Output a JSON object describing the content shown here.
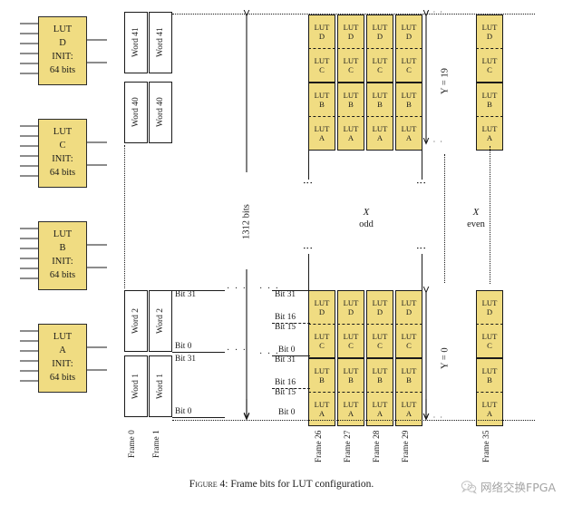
{
  "figure": {
    "caption_prefix": "Figure 4:",
    "caption_text": "Frame bits for LUT configuration."
  },
  "watermark": {
    "text": "网络交换FPGA",
    "icon": "wechat-logo-icon"
  },
  "colors": {
    "lut_fill": "#f0dc82",
    "stroke": "#1a1a1a",
    "word_fill": "#ffffff"
  },
  "lut_macros": [
    {
      "name": "LUT",
      "letter": "D",
      "init_label": "INIT:",
      "init_size": "64 bits"
    },
    {
      "name": "LUT",
      "letter": "C",
      "init_label": "INIT:",
      "init_size": "64 bits"
    },
    {
      "name": "LUT",
      "letter": "B",
      "init_label": "INIT:",
      "init_size": "64 bits"
    },
    {
      "name": "LUT",
      "letter": "A",
      "init_label": "INIT:",
      "init_size": "64 bits"
    }
  ],
  "word_column": {
    "top_words": [
      "Word 41",
      "Word 40"
    ],
    "bottom_words": [
      "Word 2",
      "Word 1"
    ],
    "frames": [
      "Frame 0",
      "Frame 1"
    ]
  },
  "bit_labels": {
    "word_col": [
      {
        "top": "Bit 31",
        "bottom": "Bit 0"
      },
      {
        "top": "Bit 31",
        "bottom": "Bit 0"
      }
    ],
    "slice_col": [
      {
        "top": "Bit 31",
        "bottom": "Bit 16"
      },
      {
        "top": "Bit 15",
        "bottom": "Bit 0"
      },
      {
        "top": "Bit 31",
        "bottom": "Bit 16"
      },
      {
        "top": "Bit 15",
        "bottom": "Bit 0"
      }
    ]
  },
  "height_annotation": {
    "value": "1312 bits"
  },
  "y_annotations": {
    "top": "Y = 19",
    "bottom": "Y = 0"
  },
  "x_annotations": {
    "odd": {
      "line1": "X",
      "line2": "odd"
    },
    "even": {
      "line1": "X",
      "line2": "even"
    }
  },
  "slice_stack": [
    {
      "name": "LUT",
      "letter": "D"
    },
    {
      "name": "LUT",
      "letter": "C"
    },
    {
      "name": "LUT",
      "letter": "B"
    },
    {
      "name": "LUT",
      "letter": "A"
    }
  ],
  "odd_frames": [
    "Frame 26",
    "Frame 27",
    "Frame 28",
    "Frame 29"
  ],
  "even_frames": [
    "Frame 35"
  ],
  "ellipsis": {
    "horizontal": "· · ·",
    "vertical": "⋮"
  }
}
